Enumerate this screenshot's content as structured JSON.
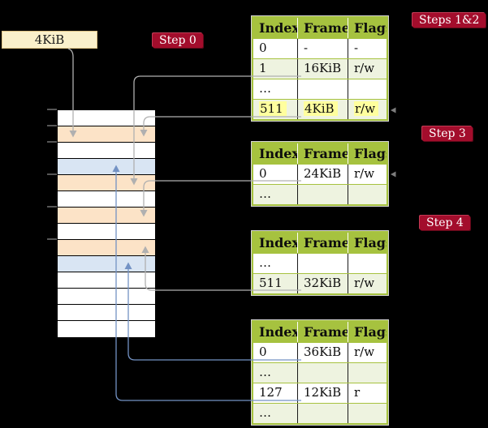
{
  "frame_box": {
    "label": "4KiB"
  },
  "badges": {
    "step0": "Step 0",
    "steps12": "Steps 1&2",
    "step3": "Step 3",
    "step4": "Step 4"
  },
  "tables": [
    {
      "id": "t1",
      "step": "Steps 1&2",
      "headers": [
        "Index",
        "Frame",
        "Flags"
      ],
      "rows": [
        {
          "cells": [
            "0",
            "-",
            "-"
          ],
          "shaded": false,
          "highlight": false
        },
        {
          "cells": [
            "1",
            "16KiB",
            "r/w"
          ],
          "shaded": true,
          "highlight": false
        },
        {
          "cells": [
            "…",
            "",
            ""
          ],
          "shaded": false,
          "highlight": false
        },
        {
          "cells": [
            "511",
            "4KiB",
            "r/w"
          ],
          "shaded": true,
          "highlight": true
        }
      ]
    },
    {
      "id": "t2",
      "step": "Step 3",
      "headers": [
        "Index",
        "Frame",
        "Flags"
      ],
      "rows": [
        {
          "cells": [
            "0",
            "24KiB",
            "r/w"
          ],
          "shaded": false,
          "highlight": false
        },
        {
          "cells": [
            "…",
            "",
            ""
          ],
          "shaded": true,
          "highlight": false
        }
      ]
    },
    {
      "id": "t3",
      "step": "Step 4",
      "headers": [
        "Index",
        "Frame",
        "Flags"
      ],
      "rows": [
        {
          "cells": [
            "…",
            "",
            ""
          ],
          "shaded": false,
          "highlight": false
        },
        {
          "cells": [
            "511",
            "32KiB",
            "r/w"
          ],
          "shaded": true,
          "highlight": false
        }
      ]
    },
    {
      "id": "t4",
      "step": "",
      "headers": [
        "Index",
        "Frame",
        "Flags"
      ],
      "rows": [
        {
          "cells": [
            "0",
            "36KiB",
            "r/w"
          ],
          "shaded": false,
          "highlight": false
        },
        {
          "cells": [
            "…",
            "",
            ""
          ],
          "shaded": true,
          "highlight": false
        },
        {
          "cells": [
            "127",
            "12KiB",
            "r"
          ],
          "shaded": false,
          "highlight": false
        },
        {
          "cells": [
            "…",
            "",
            ""
          ],
          "shaded": true,
          "highlight": false
        }
      ]
    }
  ],
  "memory": {
    "rows": [
      "white",
      "peach",
      "white",
      "blue",
      "peach",
      "white",
      "peach",
      "white",
      "peach",
      "blue",
      "white",
      "white",
      "white",
      "white"
    ]
  },
  "colors": {
    "badge_red": "#a30d2c",
    "green": "#a6c23f",
    "row_green": "#eef3e0",
    "peach": "#fce3c7",
    "blue_row": "#d9e5f3",
    "cream": "#faf0cb",
    "gray_arrow": "#b0b0b0",
    "blue_arrow": "#7392c4",
    "highlight": "#ffff9e"
  }
}
